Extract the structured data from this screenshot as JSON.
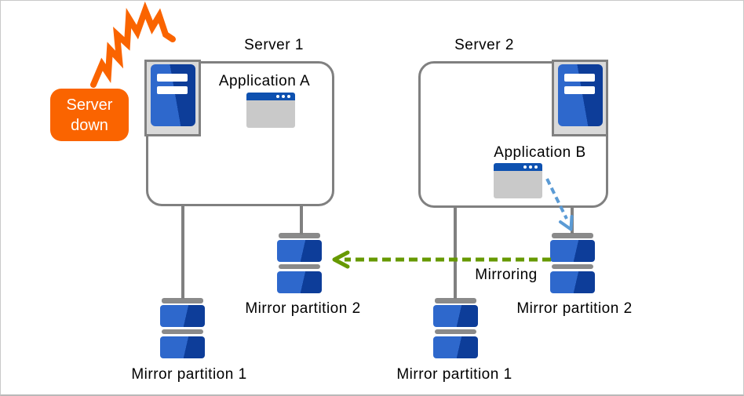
{
  "badge": {
    "line1": "Server",
    "line2": "down"
  },
  "server1": {
    "label": "Server 1",
    "application": "Application A",
    "partition1": "Mirror partition 1",
    "partition2": "Mirror partition 2"
  },
  "server2": {
    "label": "Server 2",
    "application": "Application B",
    "partition1": "Mirror partition 1",
    "partition2": "Mirror partition 2"
  },
  "mirroring_label": "Mirroring",
  "colors": {
    "alert_orange": "#FA6400",
    "server_blue_light": "#2E68CC",
    "server_blue_dark": "#0D3D99",
    "titlebar_blue": "#0E51B0",
    "mirroring_green": "#669900",
    "app_arrow_blue": "#5B9BD5",
    "outline_gray": "#808080",
    "frame_fill_gray": "#D9D9D9"
  }
}
